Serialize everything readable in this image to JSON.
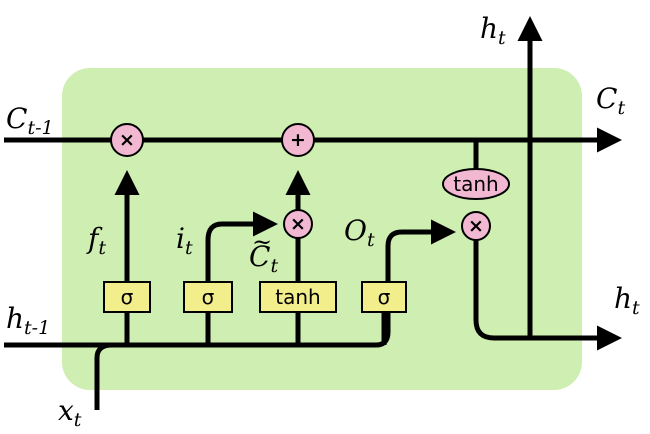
{
  "labels": {
    "c_prev": "C",
    "c_prev_sub": "t-1",
    "c_next": "C",
    "c_next_sub": "t",
    "h_prev": "h",
    "h_prev_sub": "t-1",
    "h_out_top": "h",
    "h_out_top_sub": "t",
    "h_out_right": "h",
    "h_out_right_sub": "t",
    "x_in": "x",
    "x_in_sub": "t",
    "forget": "f",
    "forget_sub": "t",
    "input": "i",
    "input_sub": "t",
    "candidate": "C",
    "candidate_tilde": "~",
    "candidate_sub": "t",
    "output": "O",
    "output_sub": "t"
  },
  "gates": {
    "forget_sigma": "σ",
    "input_sigma": "σ",
    "candidate_tanh": "tanh",
    "output_sigma": "σ"
  },
  "ops": {
    "forget_mult": "×",
    "cell_add": "+",
    "input_mult": "×",
    "output_mult": "×",
    "output_tanh": "tanh"
  },
  "colors": {
    "cell_background": "#cfeeb1",
    "gate_fill": "#f2ee8c",
    "op_fill": "#f2b8d2"
  }
}
